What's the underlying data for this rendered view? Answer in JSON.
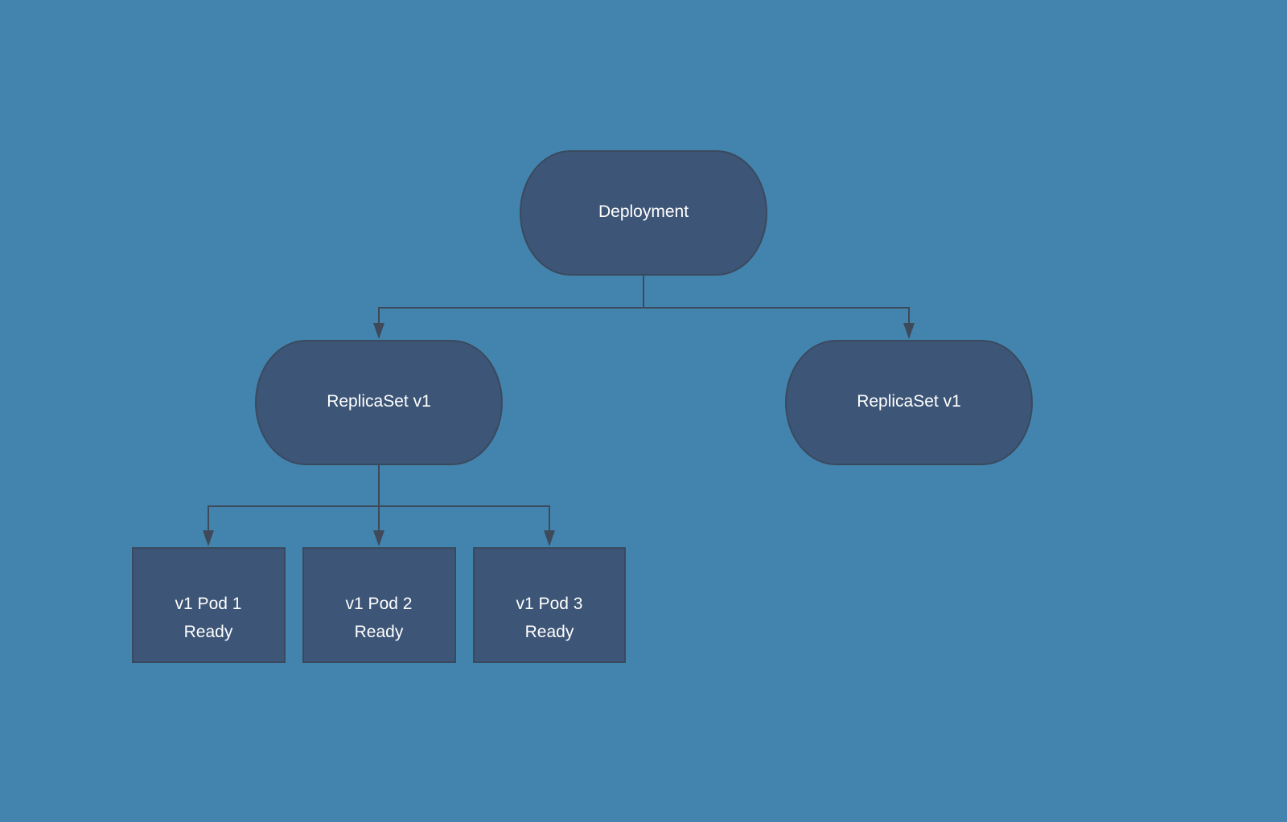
{
  "colors": {
    "background": "#4384af",
    "node_fill": "#3d5576",
    "node_stroke": "#3a4a5e",
    "edge": "#3e4a5a",
    "text": "#ffffff"
  },
  "nodes": {
    "deployment": {
      "label": "Deployment"
    },
    "replicaset_left": {
      "label": "ReplicaSet v1"
    },
    "replicaset_right": {
      "label": "ReplicaSet v1"
    },
    "pod_1": {
      "name": "v1 Pod 1",
      "status": "Ready"
    },
    "pod_2": {
      "name": "v1 Pod 2",
      "status": "Ready"
    },
    "pod_3": {
      "name": "v1 Pod 3",
      "status": "Ready"
    }
  }
}
